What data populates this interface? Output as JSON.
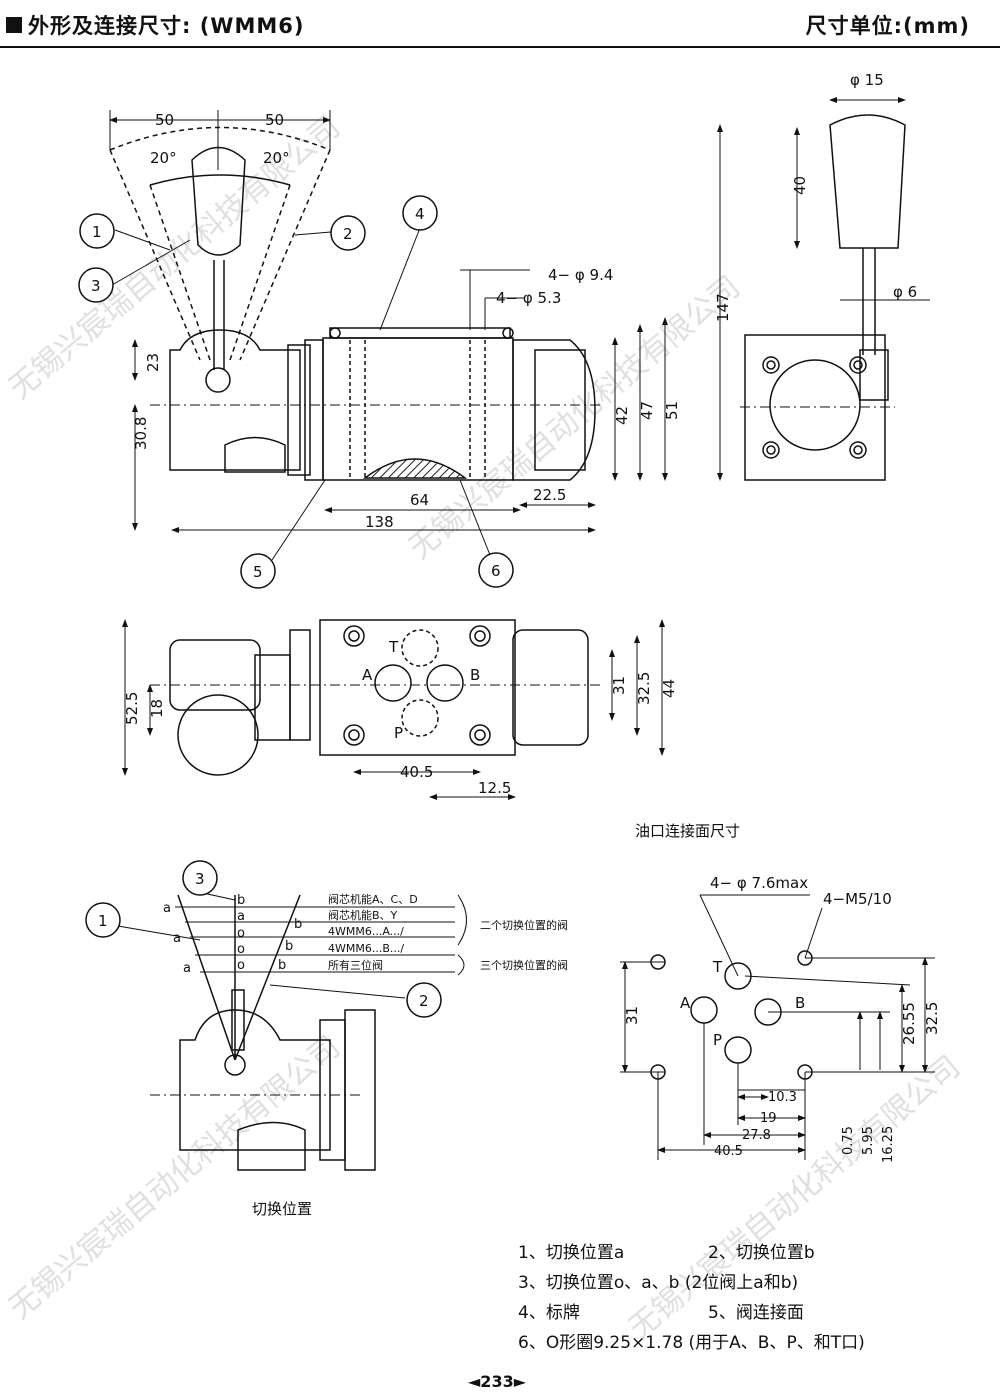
{
  "header": {
    "title": "外形及连接尺寸: (WMM6)",
    "unit": "尺寸单位:(mm)"
  },
  "watermark": "无锡兴宸瑞自动化科技有限公司",
  "front_view": {
    "dims": {
      "left50": "50",
      "right50": "50",
      "left20": "20°",
      "right20": "20°",
      "d23": "23",
      "d30_8": "30.8",
      "d42": "42",
      "d47": "47",
      "d51": "51",
      "d64": "64",
      "d22_5": "22.5",
      "d138": "138",
      "hole94": "4− φ 9.4",
      "hole53": "4− φ 5.3"
    },
    "callouts": [
      "1",
      "2",
      "3",
      "4",
      "5",
      "6"
    ]
  },
  "side_view": {
    "dims": {
      "phi15": "φ 15",
      "d40": "40",
      "d147": "147",
      "phi6": "φ 6"
    }
  },
  "top_view": {
    "dims": {
      "d52_5": "52.5",
      "d18": "18",
      "d31": "31",
      "d32_5": "32.5",
      "d44": "44",
      "d40_5": "40.5",
      "d12_5": "12.5"
    },
    "ports": {
      "T": "T",
      "A": "A",
      "B": "B",
      "P": "P"
    }
  },
  "switch_view": {
    "caption": "切换位置",
    "rows": [
      "阀芯机能A、C、D",
      "阀芯机能B、Y",
      "4WMM6...A.../",
      "4WMM6...B.../",
      "所有三位阀"
    ],
    "group_two": "二个切换位置的阀",
    "group_three": "三个切换位置的阀",
    "letters": {
      "a": "a",
      "b": "b",
      "o": "o"
    },
    "callouts": [
      "1",
      "2",
      "3"
    ]
  },
  "port_face": {
    "caption": "油口连接面尺寸",
    "dims": {
      "holes": "4− φ 7.6max",
      "m5": "4−M5/10",
      "d31": "31",
      "d32_5": "32.5",
      "d26_55": "26.55",
      "d10_3": "10.3",
      "d19": "19",
      "d27_8": "27.8",
      "d40_5": "40.5",
      "d0_75": "0.75",
      "d5_95": "5.95",
      "d16_25": "16.25"
    },
    "ports": {
      "T": "T",
      "A": "A",
      "B": "B",
      "P": "P"
    }
  },
  "legend": {
    "row1": [
      "1、切换位置a",
      "2、切换位置b"
    ],
    "row2": "3、切换位置o、a、b (2位阀上a和b)",
    "row3": [
      "4、标牌",
      "5、阀连接面"
    ],
    "row4": "6、O形圈9.25×1.78 (用于A、B、P、和T口)"
  },
  "page": "◄233►"
}
